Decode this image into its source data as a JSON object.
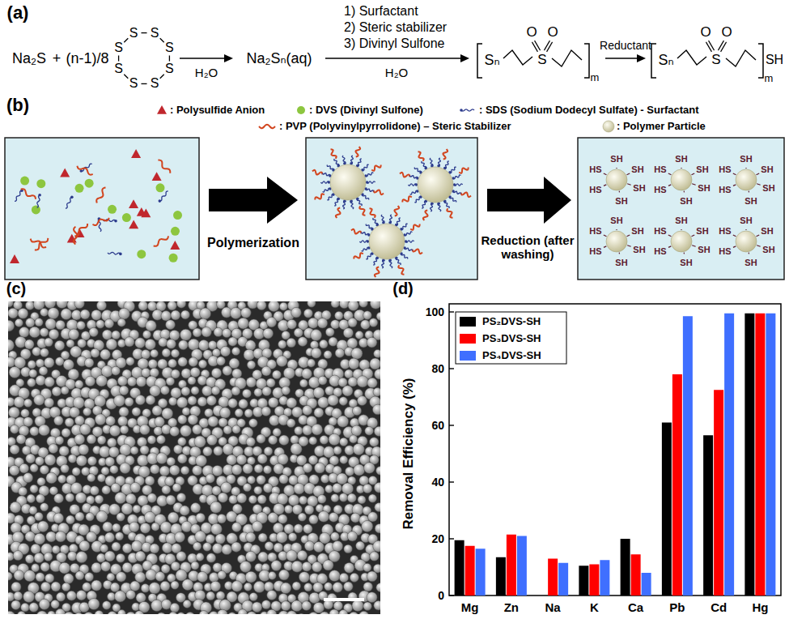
{
  "diagram": {
    "labels": [
      "(a)",
      "Na₂S",
      "+",
      "(n-1)/8",
      "S",
      "S",
      "S",
      "S",
      "S",
      "S",
      "S",
      "S",
      "H₂O",
      "Na₂Sₙ(aq)",
      "1) Surfactant",
      "2) Steric stabilizer",
      "3) Divinyl Sulfone",
      "H₂O",
      "Sₙ",
      "O",
      "O",
      "S",
      "m",
      "Reductant",
      "Sₙ",
      "O",
      "O",
      "S",
      "SH",
      "m",
      "(b)",
      "Polymerization",
      "Reduction (after washing)",
      "HS",
      "SH",
      "SH",
      "SH",
      "SH",
      "HS",
      "HS",
      "SH",
      "SH",
      "SH",
      "SH",
      "HS",
      "HS",
      "SH",
      "SH",
      "SH",
      "SH",
      "HS",
      "HS",
      "SH",
      "SH",
      "SH",
      "SH",
      "HS",
      "HS",
      "SH",
      "SH",
      "SH",
      "SH",
      "HS",
      "HS",
      "SH",
      "SH",
      "SH",
      "SH",
      "HS",
      "(c)",
      "(d)",
      "Removal Efficiency (%)",
      "0",
      "20",
      "40",
      "60",
      "80",
      "100",
      "Mg",
      "Zn",
      "Na",
      "K",
      "Ca",
      "Pb",
      "Cd",
      "Hg"
    ],
    "legend": [
      {
        "text": ": Polysulfide Anion"
      },
      {
        "text": ": DVS (Divinyl Sulfone)"
      },
      {
        "text": ": SDS (Sodium Dodecyl Sulfate) - Surfactant"
      },
      {
        "text": ": PVP (Polyvinylpyrrolidone) – Steric Stabilizer"
      },
      {
        "text": ": Polymer Particle"
      },
      {
        "text": "PS₂DVS-SH",
        "color": "#000000"
      },
      {
        "text": "PS₃DVS-SH",
        "color": "#ff0000"
      },
      {
        "text": "PS₄DVS-SH",
        "color": "#3f6fff"
      }
    ]
  }
}
